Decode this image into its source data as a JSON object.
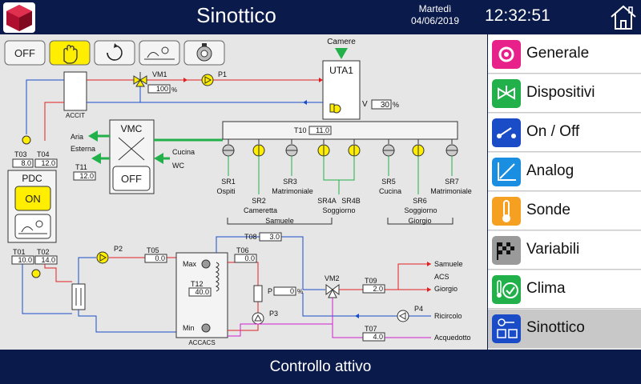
{
  "header": {
    "title": "Sinottico",
    "day": "Martedì",
    "date": "04/06/2019",
    "time": "12:32:51"
  },
  "toolbar": {
    "off_label": "OFF"
  },
  "diagram": {
    "camere": "Camere",
    "uta1": "UTA1",
    "vm1": "VM1",
    "vm1_value": "100",
    "p1": "P1",
    "accit": "ACCIT",
    "v_label": "V",
    "v_value": "30",
    "pct": "%",
    "vmc": "VMC",
    "vmc_off": "OFF",
    "aria": "Aria",
    "esterna": "Esterna",
    "cucina": "Cucina",
    "wc": "WC",
    "t10": "T10",
    "t10_value": "11.0",
    "t03": "T03",
    "t03_value": "8.0",
    "t04": "T04",
    "t04_value": "12.0",
    "t11": "T11",
    "t11_value": "12.0",
    "pdc": "PDC",
    "pdc_on": "ON",
    "sr1": "SR1",
    "sr1_room": "Ospiti",
    "sr2": "SR2",
    "sr2_room": "Cameretta",
    "sr3": "SR3",
    "sr3_room": "Matrimoniale",
    "sr4a": "SR4A",
    "sr4b": "SR4B",
    "sr4_room": "Soggiorno",
    "sr5": "SR5",
    "sr5_room": "Cucina",
    "sr6": "SR6",
    "sr6_room": "Soggiorno",
    "sr7": "SR7",
    "sr7_room": "Matrimoniale",
    "zone_samuele": "Samuele",
    "zone_giorgio": "Giorgio",
    "t01": "T01",
    "t01_value": "10.0",
    "t02": "T02",
    "t02_value": "14.0",
    "p2": "P2",
    "t05": "T05",
    "t05_value": "0.0",
    "t08": "T08",
    "t08_value": "3.0",
    "t06": "T06",
    "t06_value": "0.0",
    "max": "Max",
    "min": "Min",
    "t12": "T12",
    "t12_value": "40.0",
    "accacs": "ACCACS",
    "p_label": "P",
    "p_value": "0",
    "p3": "P3",
    "vm2": "VM2",
    "t09": "T09",
    "t09_value": "2.0",
    "out_samuele": "Samuele",
    "out_acs": "ACS",
    "out_giorgio": "Giorgio",
    "p4": "P4",
    "ricircolo": "Ricircolo",
    "t07": "T07",
    "t07_value": "4.0",
    "acquedotto": "Acquedotto"
  },
  "sidebar": {
    "items": [
      {
        "label": "Generale",
        "color": "#e8208a"
      },
      {
        "label": "Dispositivi",
        "color": "#22b04a"
      },
      {
        "label": "On / Off",
        "color": "#1a4cc8"
      },
      {
        "label": "Analog",
        "color": "#1a8ee0"
      },
      {
        "label": "Sonde",
        "color": "#f5a020"
      },
      {
        "label": "Variabili",
        "color": "#9a9a9a"
      },
      {
        "label": "Clima",
        "color": "#22b04a"
      },
      {
        "label": "Sinottico",
        "color": "#1a4cc8"
      }
    ]
  },
  "footer": {
    "status": "Controllo attivo"
  }
}
